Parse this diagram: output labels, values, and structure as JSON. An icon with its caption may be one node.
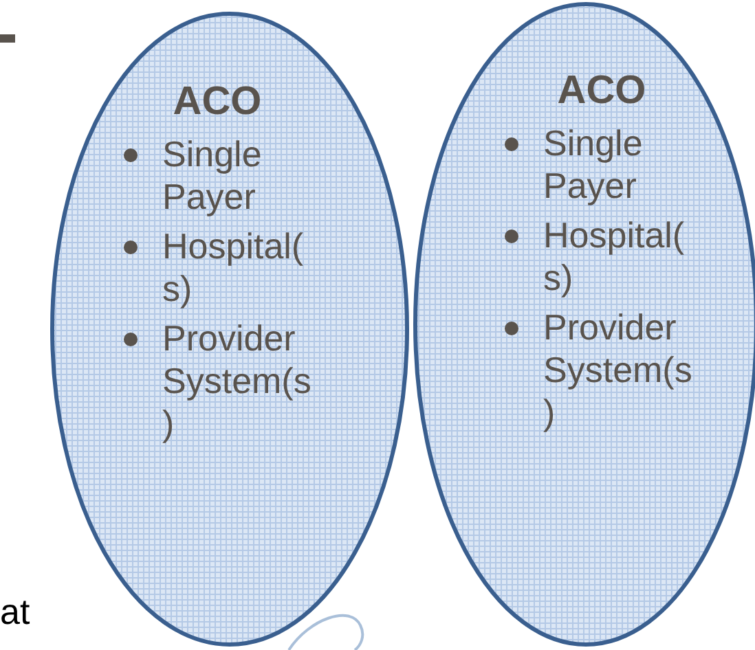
{
  "diagram": {
    "nodes": [
      {
        "text": [
          "ACO",
          "Single Payer",
          "Hospital(s)",
          "Provider System(s)"
        ]
      },
      {
        "text": [
          "ACO",
          "Single Payer",
          "Hospital(s)",
          "Provider System(s)"
        ]
      }
    ],
    "labels": [
      "at"
    ]
  }
}
